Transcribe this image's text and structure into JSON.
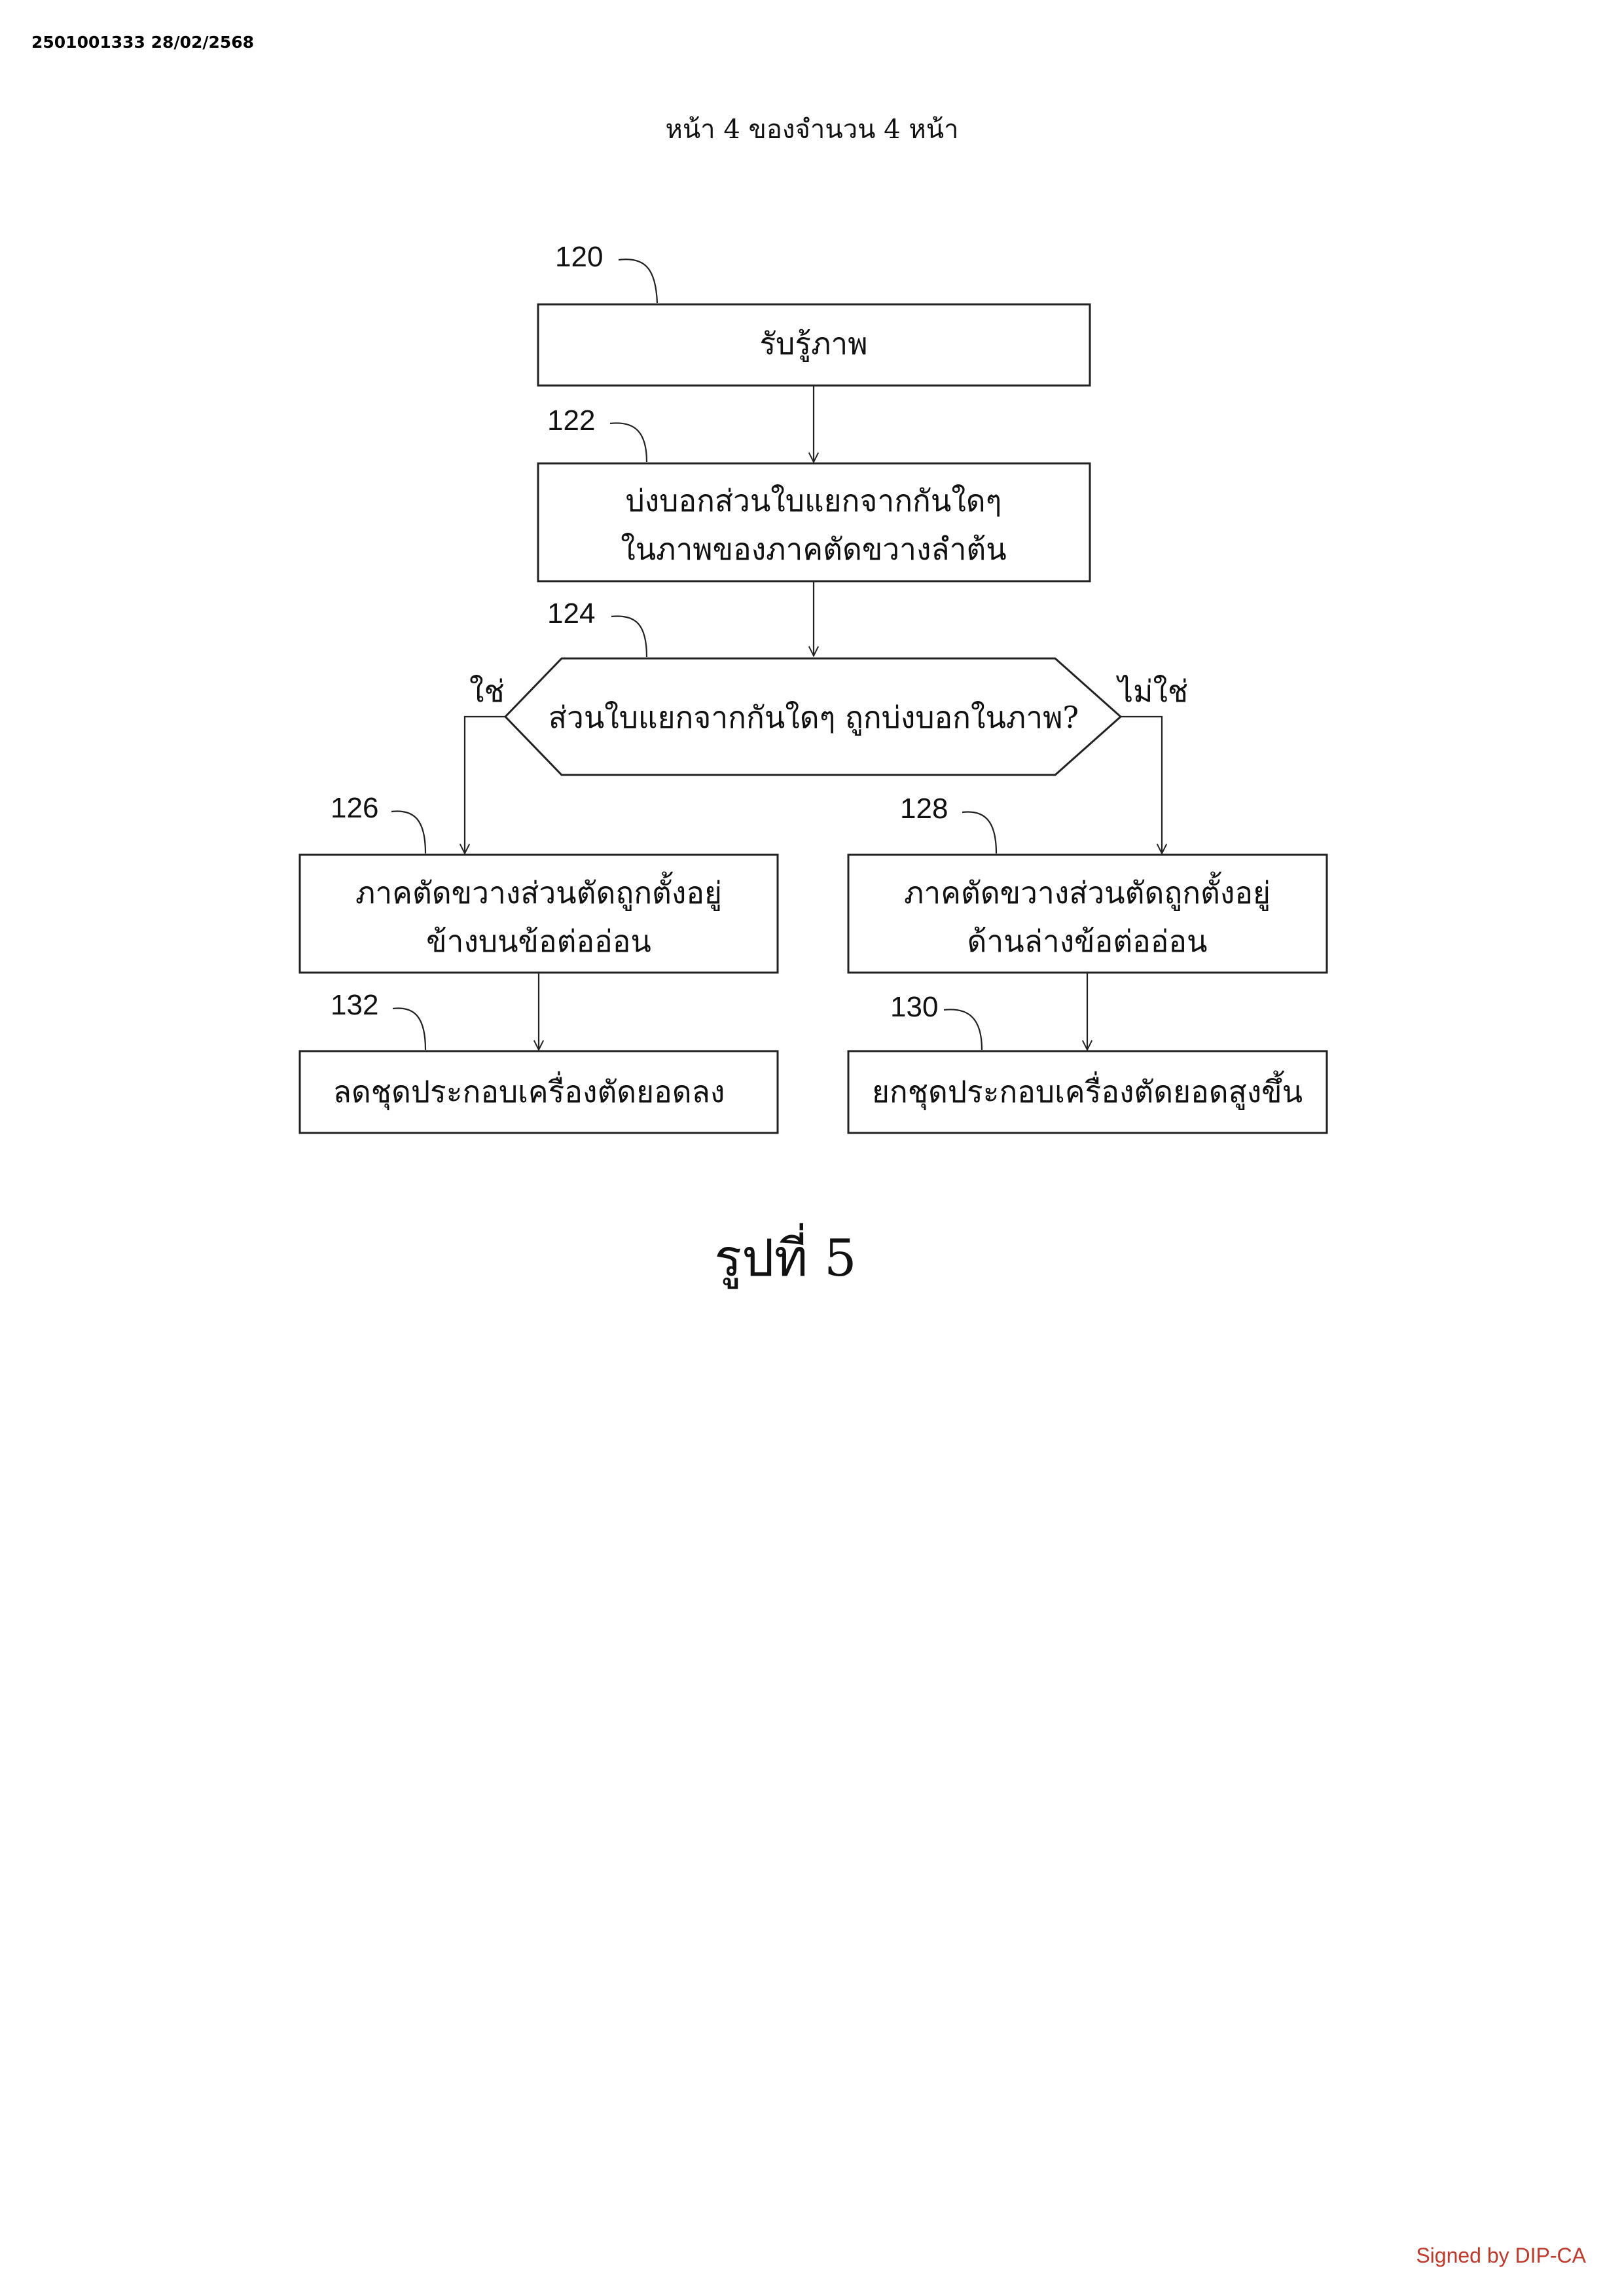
{
  "header": {
    "document_id": "2501001333 28/02/2568",
    "page_number_text": "หน้า 4 ของจำนวน 4 หน้า"
  },
  "flowchart": {
    "steps": {
      "s120": {
        "ref": "120",
        "lines": [
          "รับรู้ภาพ"
        ]
      },
      "s122": {
        "ref": "122",
        "lines": [
          "บ่งบอกส่วนใบแยกจากกันใดๆ",
          "ในภาพของภาคตัดขวางลำต้น"
        ]
      },
      "s124": {
        "ref": "124",
        "lines": [
          "ส่วนใบแยกจากกันใดๆ ถูกบ่งบอกในภาพ?"
        ]
      },
      "s126": {
        "ref": "126",
        "lines": [
          "ภาคตัดขวางส่วนตัดถูกตั้งอยู่",
          "ข้างบนข้อต่ออ่อน"
        ]
      },
      "s128": {
        "ref": "128",
        "lines": [
          "ภาคตัดขวางส่วนตัดถูกตั้งอยู่",
          "ด้านล่างข้อต่ออ่อน"
        ]
      },
      "s132": {
        "ref": "132",
        "lines": [
          "ลดชุดประกอบเครื่องตัดยอดลง"
        ]
      },
      "s130": {
        "ref": "130",
        "lines": [
          "ยกชุดประกอบเครื่องตัดยอดสูงขึ้น"
        ]
      }
    },
    "branches": {
      "yes": "ใช่",
      "no": "ไม่ใช่"
    }
  },
  "figure_caption": "รูปที่ 5",
  "signature": {
    "text": "Signed by DIP-CA",
    "color": "#c0392b"
  }
}
